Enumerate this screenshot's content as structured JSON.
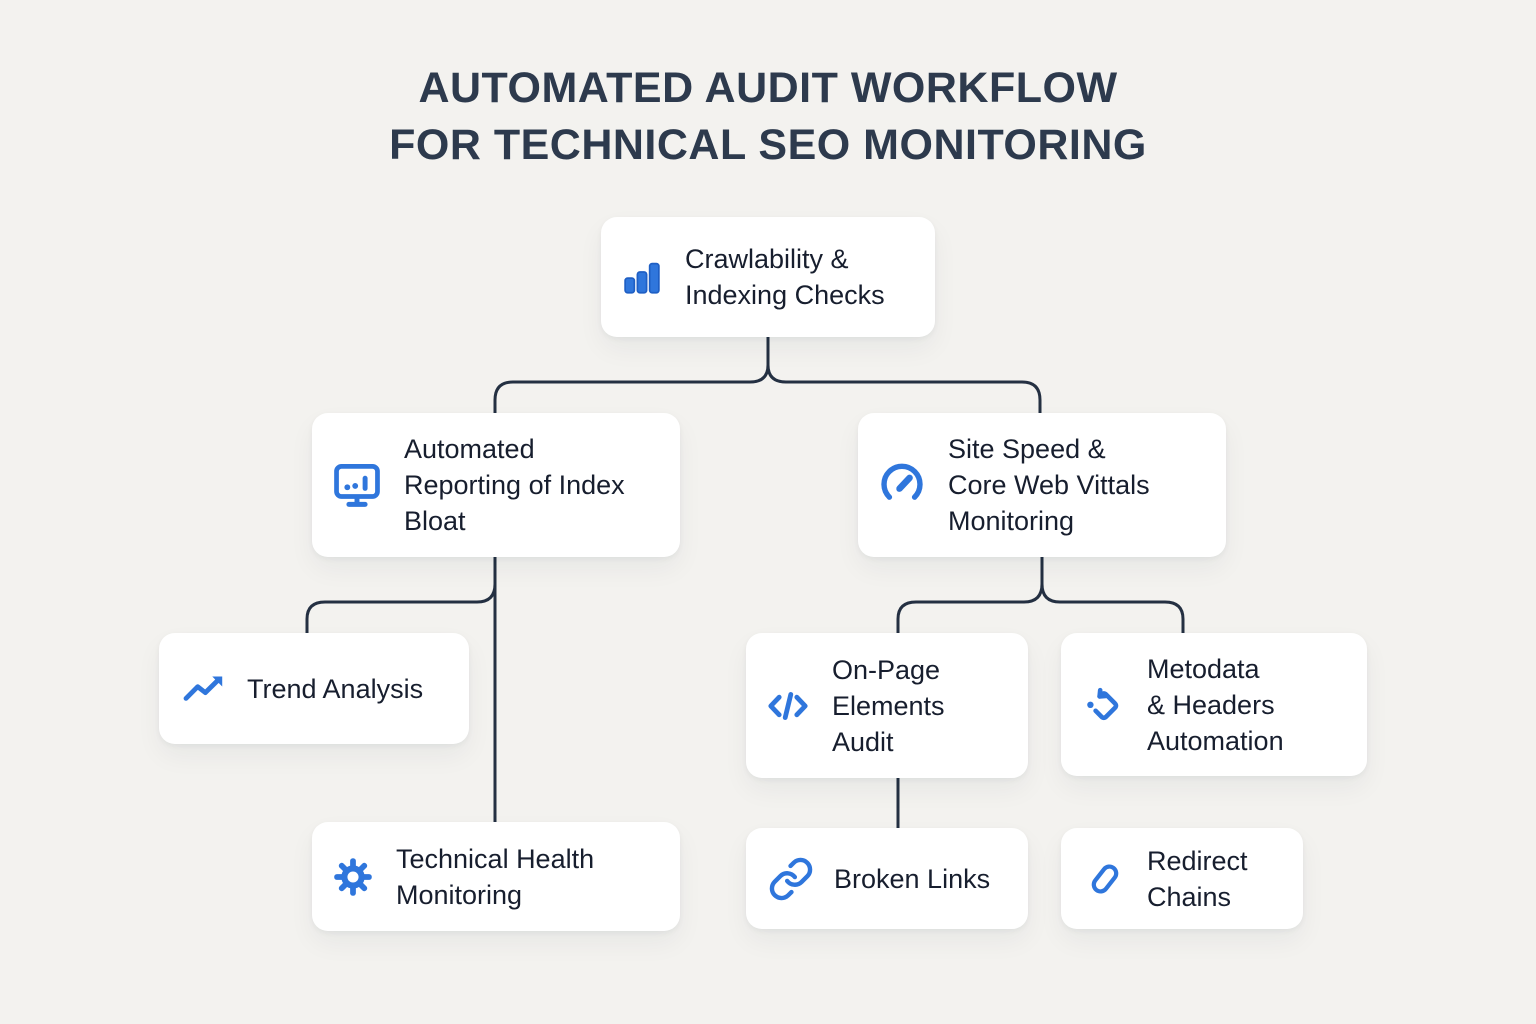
{
  "title": {
    "line1": "AUTOMATED AUDIT WORKFLOW",
    "line2": "FOR TECHNICAL SEO MONITORING"
  },
  "colors": {
    "background": "#f3f2ef",
    "card": "#ffffff",
    "title_text": "#2d3a4d",
    "node_text": "#171e2e",
    "connector": "#243042",
    "icon_blue": "#2f76dc"
  },
  "nodes": {
    "root": {
      "label": "Crawlability &\nIndexing Checks",
      "icon": "bar-chart-icon"
    },
    "index_bloat": {
      "label": "Automated\nReporting of Index\nBloat",
      "icon": "monitor-chart-icon"
    },
    "site_speed": {
      "label": "Site Speed &\nCore Web Vittals\nMonitoring",
      "icon": "gauge-icon"
    },
    "trend": {
      "label": "Trend Analysis",
      "icon": "trending-up-icon"
    },
    "tech_health": {
      "label": "Technical Health\nMonitoring",
      "icon": "gear-icon"
    },
    "onpage": {
      "label": "On-Page\nElements\nAudit",
      "icon": "code-icon"
    },
    "metadata": {
      "label": "Metodata\n& Headers\nAutomation",
      "icon": "tag-arrow-icon"
    },
    "broken": {
      "label": "Broken Links",
      "icon": "chain-link-icon"
    },
    "redirect": {
      "label": "Redirect\nChains",
      "icon": "capsule-link-icon"
    }
  }
}
